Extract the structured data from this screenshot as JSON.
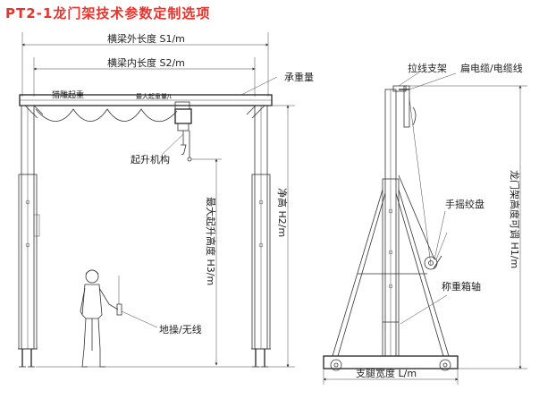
{
  "title": "PT2-1龙门架技术参数定制选项",
  "labels": {
    "outer_length": "横梁外长度 S1/m",
    "inner_length": "横梁内长度 S2/m",
    "load_capacity": "承重量",
    "hoist_name": "猎雕起重",
    "max_lift_tag": "最大起重量/t",
    "lifting_mechanism": "起升机构",
    "max_lift_height": "最大起升高度 H3/m",
    "clear_height": "净高 H2/m",
    "remote_control": "地操/无线",
    "cable_bracket": "拉线支架",
    "flat_cable": "扁电缆/电缆线",
    "hand_winch": "手摇绞盘",
    "heavy_axle": "称重箱轴",
    "total_height": "龙门架高度可调 H1/m",
    "leg_width": "支腿宽度 L/m"
  }
}
